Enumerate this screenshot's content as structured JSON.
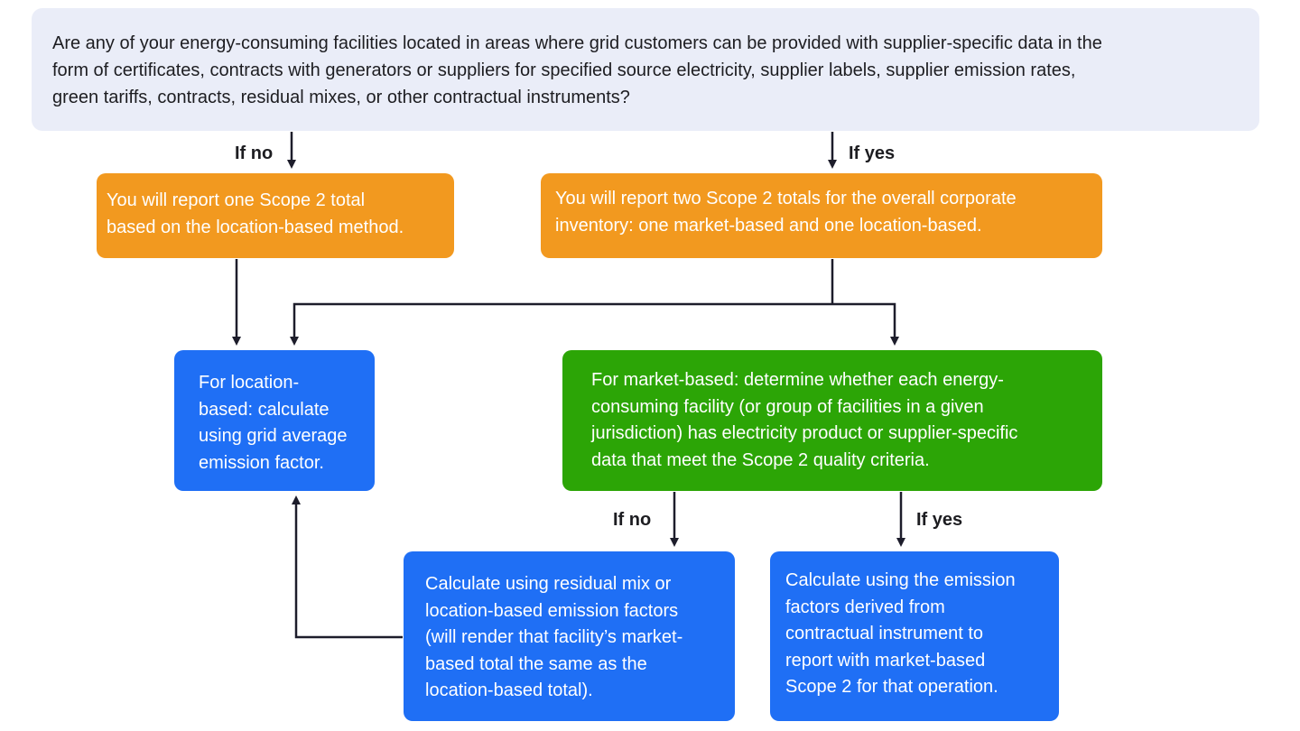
{
  "question": {
    "text": "Are any of your energy-consuming facilities located in areas where grid customers can be provided with supplier-specific data in the\nform of certificates, contracts with generators or suppliers for specified source electricity, supplier labels, supplier emission rates,\ngreen tariffs, contracts, residual mixes, or other contractual instruments?"
  },
  "branches": {
    "top_no": "If no",
    "top_yes": "If yes",
    "market_no": "If no",
    "market_yes": "If yes"
  },
  "nodes": {
    "report_one": "You will report one Scope 2 total\nbased on the location-based method.",
    "report_two": "You will report two Scope 2 totals for the overall corporate\ninventory: one market-based and one location-based.",
    "location_based": "For location-\nbased: calculate\nusing grid average\nemission factor.",
    "market_based": "For market-based: determine whether each energy-\nconsuming facility (or group of facilities in a given\njurisdiction) has electricity product or supplier-specific\ndata that meet the Scope 2 quality criteria.",
    "residual_mix": "Calculate using residual mix or\nlocation-based emission factors\n(will render that facility’s market-\nbased total the same as the\nlocation-based total).",
    "contractual": "Calculate using the emission\nfactors derived from\ncontractual instrument to\nreport with market-based\nScope 2 for that operation."
  },
  "colors": {
    "question_bg": "#eaedf8",
    "orange": "#f2991f",
    "blue": "#1f6ff5",
    "green": "#2ca506",
    "line": "#1d1d2b"
  }
}
